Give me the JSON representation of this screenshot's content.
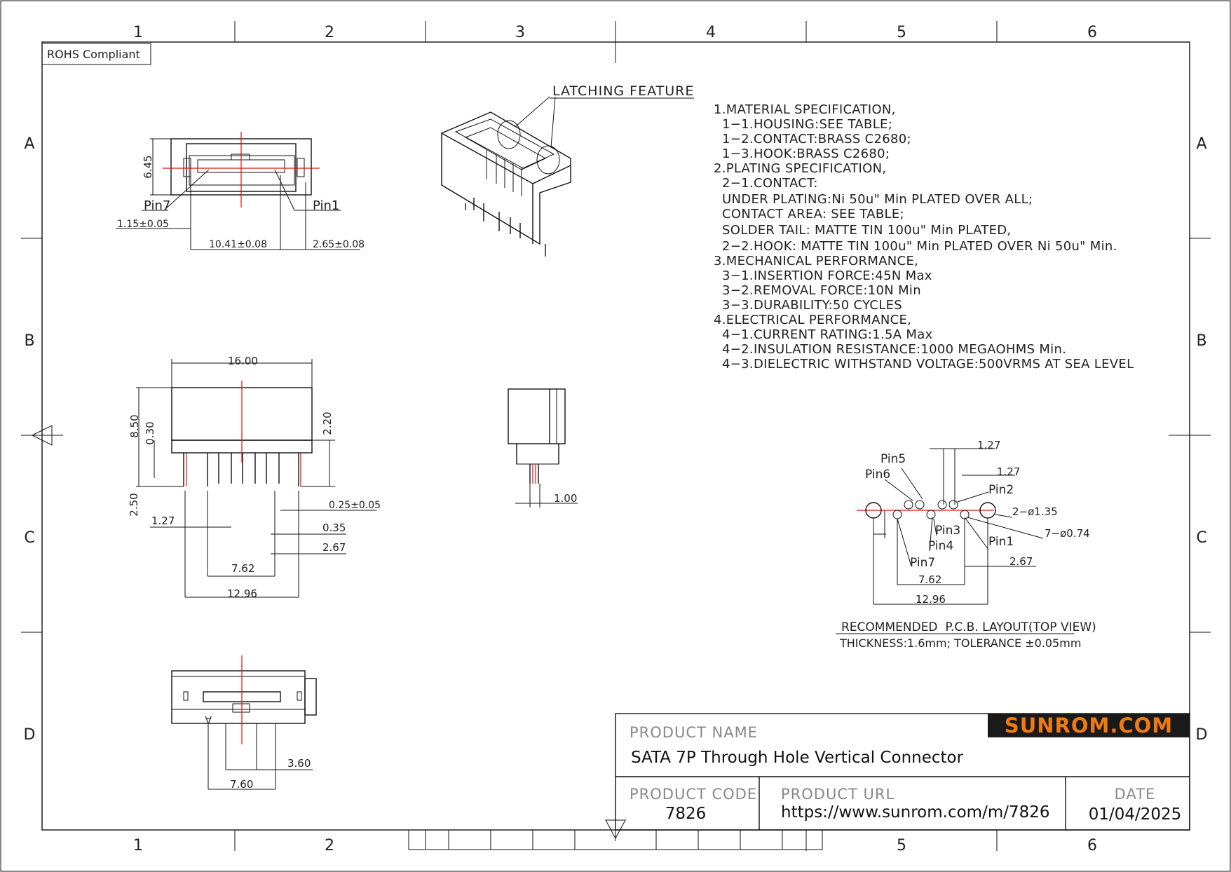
{
  "sheet": {
    "col_labels": [
      "1",
      "2",
      "3",
      "4",
      "5",
      "6"
    ],
    "bottom_col_labels": [
      "1",
      "2",
      "5",
      "6"
    ],
    "row_labels": [
      "A",
      "B",
      "C",
      "D"
    ],
    "rohs": "ROHS Compliant"
  },
  "callouts": {
    "latching": "LATCHING FEATURE",
    "pin7": "Pin7",
    "pin1": "Pin1",
    "pin_a": "A"
  },
  "dimensions": {
    "front": {
      "h": "6.45",
      "left": "1.15±0.05",
      "mid": "10.41±0.08",
      "right": "2.65±0.08"
    },
    "side": {
      "width": "16.00",
      "h850": "8.50",
      "h030": "0.30",
      "h220": "2.20",
      "h250": "2.50",
      "pitch": "1.27",
      "d025": "0.25±0.05",
      "d035": "0.35",
      "d267": "2.67",
      "d762": "7.62",
      "d1296": "12.96"
    },
    "end": {
      "d100": "1.00"
    },
    "bottom": {
      "d360": "3.60",
      "d760": "7.60"
    },
    "pcb": {
      "pitch1": "1.27",
      "pitch2": "1.27",
      "hole1": "2−ø1.35",
      "hole2": "7−ø0.74",
      "d267": "2.67",
      "d762": "7.62",
      "d1296": "12.96",
      "pins": [
        "Pin5",
        "Pin6",
        "Pin2",
        "Pin3",
        "Pin4",
        "Pin1",
        "Pin7"
      ],
      "title": "RECOMMENDED  P.C.B. LAYOUT(TOP VIEW)",
      "thickness": "THICKNESS:1.6mm; TOLERANCE ±0.05mm"
    }
  },
  "notes": [
    "1.MATERIAL SPECIFICATION,",
    "  1−1.HOUSING:SEE TABLE;",
    "  1−2.CONTACT:BRASS C2680;",
    "  1−3.HOOK:BRASS C2680;",
    "2.PLATING SPECIFICATION,",
    "  2−1.CONTACT:",
    "  UNDER PLATING:Ni 50u\" Min PLATED OVER ALL;",
    "  CONTACT AREA: SEE TABLE;",
    "  SOLDER TAIL: MATTE TIN 100u\" Min PLATED,",
    "  2−2.HOOK: MATTE TIN 100u\" Min PLATED OVER Ni 50u\" Min.",
    "3.MECHANICAL PERFORMANCE,",
    "  3−1.INSERTION FORCE:45N Max",
    "  3−2.REMOVAL FORCE:10N Min",
    "  3−3.DURABILITY:50 CYCLES",
    "4.ELECTRICAL PERFORMANCE,",
    "  4−1.CURRENT RATING:1.5A Max",
    "  4−2.INSULATION RESISTANCE:1000 MEGAOHMS Min.",
    "  4−3.DIELECTRIC WITHSTAND VOLTAGE:500VRMS AT SEA LEVEL"
  ],
  "title_block": {
    "logo": "SUNROM.COM",
    "product_name_label": "PRODUCT NAME",
    "product_name": "SATA 7P Through Hole Vertical Connector",
    "product_code_label": "PRODUCT CODE",
    "product_code": "7826",
    "product_url_label": "PRODUCT URL",
    "product_url": "https://www.sunrom.com/m/7826",
    "date_label": "DATE",
    "date": "01/04/2025"
  },
  "colors": {
    "logo_bg": "#1a1a1a",
    "logo_text": "#f07a12",
    "center_line": "#dd1111"
  }
}
